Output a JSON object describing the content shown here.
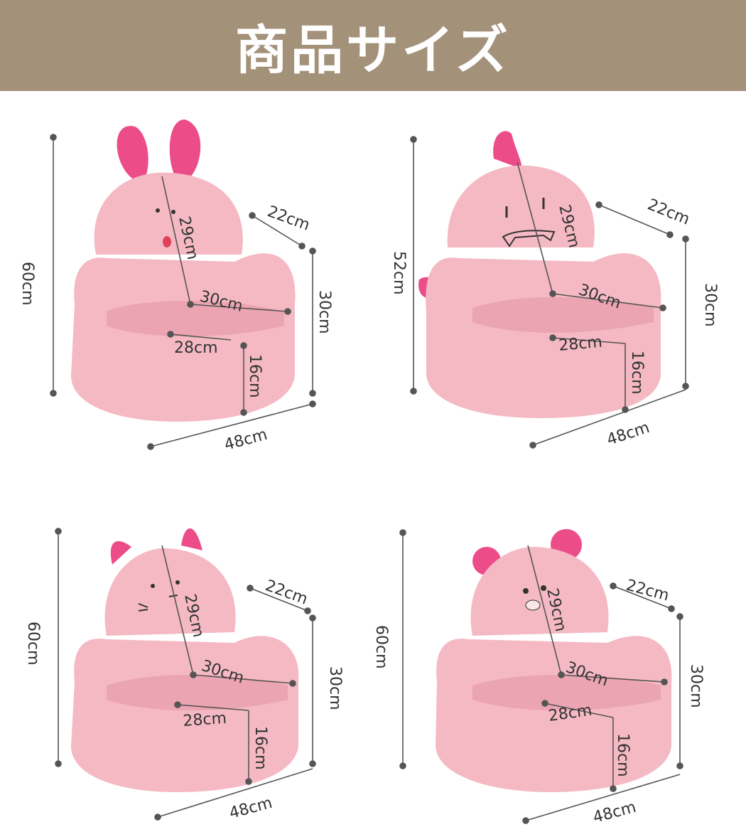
{
  "header": {
    "title": "商品サイズ"
  },
  "colors": {
    "header_bg": "#a39179",
    "sofa_pink": "#f5b9c3",
    "sofa_shadow": "#eba4b1",
    "accent_pink": "#ec4d89",
    "line": "#555555"
  },
  "chairs": [
    {
      "name": "rabbit",
      "labels": {
        "height": "60cm",
        "back": "29cm",
        "arm_depth": "22cm",
        "seat_depth": "30cm",
        "side_height": "30cm",
        "seat_width": "28cm",
        "seat_height": "16cm",
        "width": "48cm"
      }
    },
    {
      "name": "dinosaur",
      "labels": {
        "height": "52cm",
        "back": "29cm",
        "arm_depth": "22cm",
        "seat_depth": "30cm",
        "side_height": "30cm",
        "seat_width": "28cm",
        "seat_height": "16cm",
        "width": "48cm"
      }
    },
    {
      "name": "cat",
      "labels": {
        "height": "60cm",
        "back": "29cm",
        "arm_depth": "22cm",
        "seat_depth": "30cm",
        "side_height": "30cm",
        "seat_width": "28cm",
        "seat_height": "16cm",
        "width": "48cm"
      }
    },
    {
      "name": "bear",
      "labels": {
        "height": "60cm",
        "back": "29cm",
        "arm_depth": "22cm",
        "seat_depth": "30cm",
        "side_height": "30cm",
        "seat_width": "28cm",
        "seat_height": "16cm",
        "width": "48cm"
      }
    }
  ]
}
